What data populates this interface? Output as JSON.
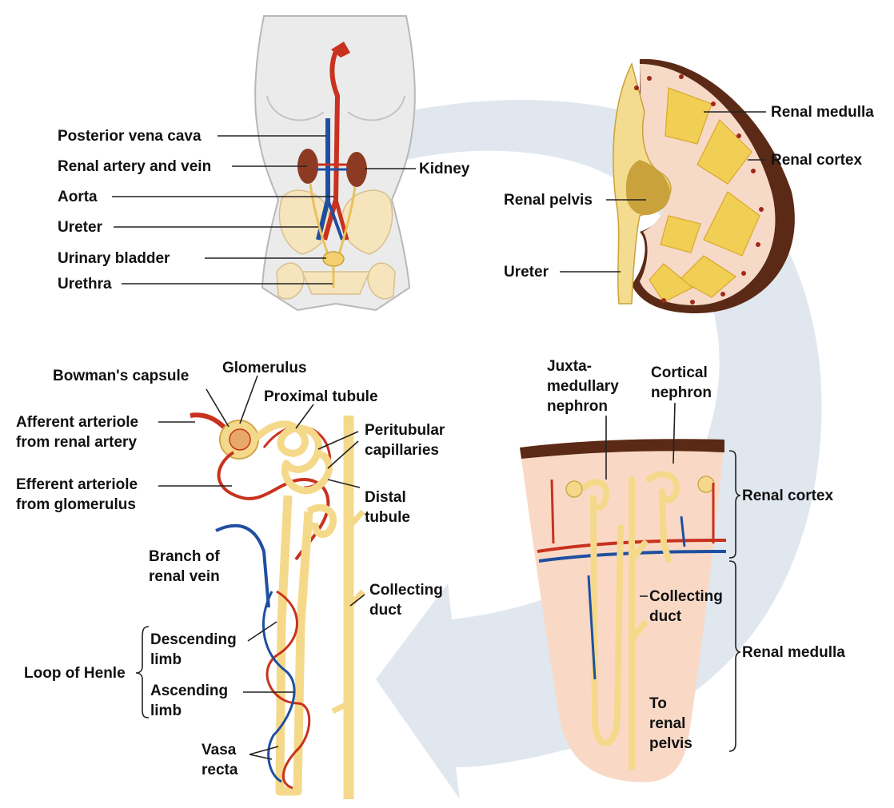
{
  "panels": {
    "body": {
      "labels": {
        "posterior_vena_cava": "Posterior vena cava",
        "renal_artery_vein": "Renal artery and vein",
        "kidney": "Kidney",
        "aorta": "Aorta",
        "ureter": "Ureter",
        "urinary_bladder": "Urinary bladder",
        "urethra": "Urethra"
      }
    },
    "kidney_section": {
      "labels": {
        "renal_medulla": "Renal medulla",
        "renal_cortex": "Renal cortex",
        "renal_pelvis": "Renal pelvis",
        "ureter": "Ureter"
      }
    },
    "nephron": {
      "labels": {
        "bowmans_capsule": "Bowman's capsule",
        "glomerulus": "Glomerulus",
        "proximal_tubule": "Proximal tubule",
        "afferent_line1": "Afferent arteriole",
        "afferent_line2": "from renal artery",
        "peritubular_line1": "Peritubular",
        "peritubular_line2": "capillaries",
        "efferent_line1": "Efferent arteriole",
        "efferent_line2": "from glomerulus",
        "distal_line1": "Distal",
        "distal_line2": "tubule",
        "branch_line1": "Branch of",
        "branch_line2": "renal vein",
        "collecting_line1": "Collecting",
        "collecting_line2": "duct",
        "descending_line1": "Descending",
        "descending_line2": "limb",
        "loop_of_henle": "Loop of Henle",
        "ascending_line1": "Ascending",
        "ascending_line2": "limb",
        "vasa_line1": "Vasa",
        "vasa_line2": "recta"
      }
    },
    "tissue_section": {
      "labels": {
        "juxta_line1": "Juxta-",
        "juxta_line2": "medullary",
        "juxta_line3": "nephron",
        "cortical_line1": "Cortical",
        "cortical_line2": "nephron",
        "renal_cortex": "Renal cortex",
        "collecting_line1": "Collecting",
        "collecting_line2": "duct",
        "renal_medulla": "Renal medulla",
        "to_line1": "To",
        "to_line2": "renal",
        "to_line3": "pelvis"
      }
    }
  },
  "colors": {
    "artery": "#c8321e",
    "vein": "#1f4fa0",
    "tubule": "#f5d98a",
    "kidney_cortex": "#f7d9c8",
    "flow_arrow": "#d9e2ec"
  }
}
